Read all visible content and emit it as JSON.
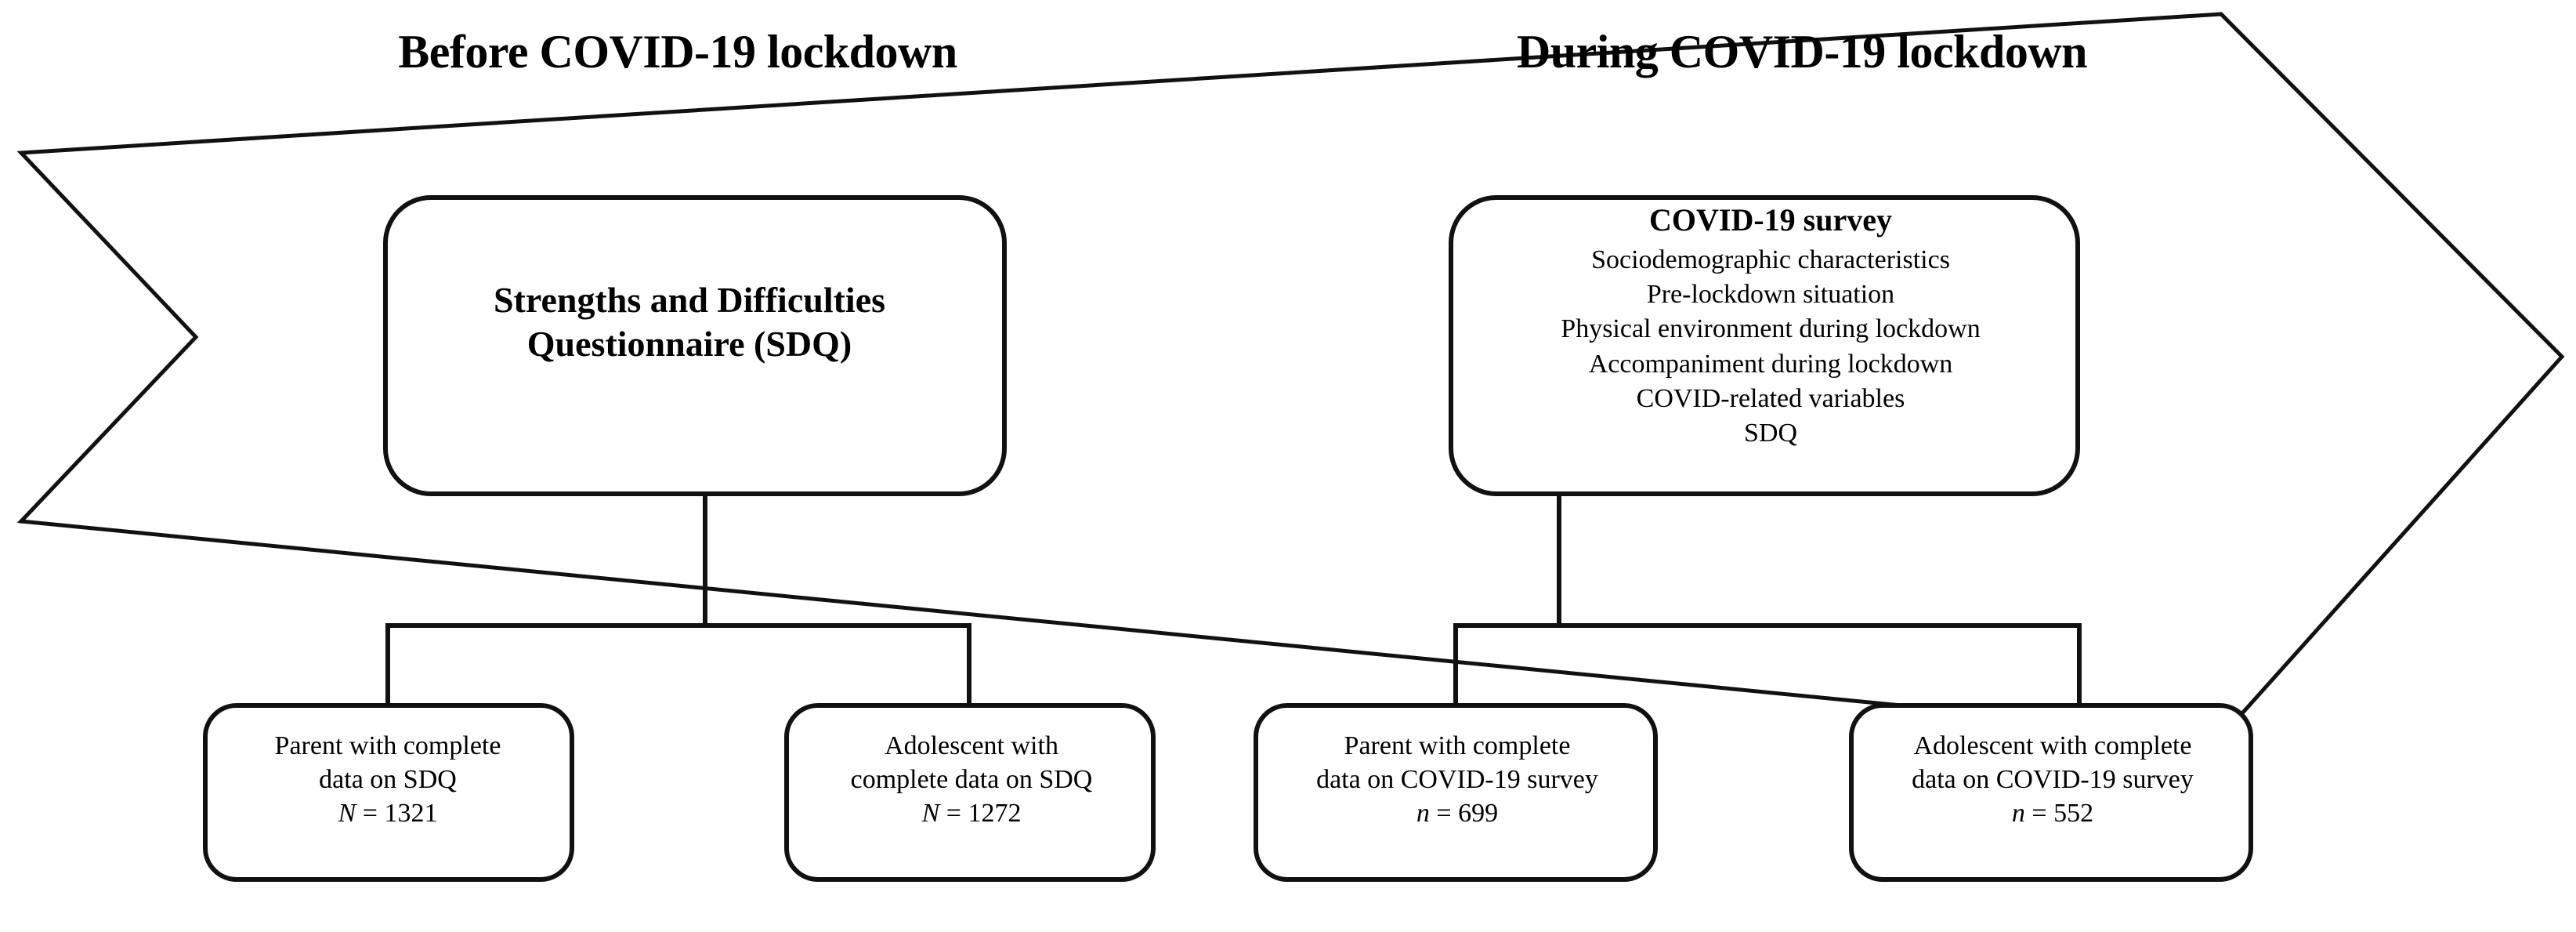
{
  "figure": {
    "type": "study-flow-diagram",
    "orientation": "left-to-right timeline arrow"
  },
  "headers": {
    "before": "Before COVID-19 lockdown",
    "during": "During COVID-19 lockdown"
  },
  "phase_boxes": {
    "sdq": {
      "line1": "Strengths and Difficulties",
      "line2": "Questionnaire (SDQ)"
    },
    "survey": {
      "title": "COVID-19 survey",
      "items": [
        "Sociodemographic characteristics",
        "Pre-lockdown situation",
        "Physical environment during lockdown",
        "Accompaniment during lockdown",
        "COVID-related variables",
        "SDQ"
      ]
    }
  },
  "outcome_boxes": [
    {
      "line1": "Parent with complete",
      "line2": "data on SDQ",
      "symbol": "N",
      "equals": " = ",
      "value": "1321"
    },
    {
      "line1": "Adolescent with",
      "line2": "complete data on SDQ",
      "symbol": "N",
      "equals": " = ",
      "value": "1272"
    },
    {
      "line1": "Parent with complete",
      "line2": "data on COVID-19 survey",
      "symbol": "n",
      "equals": " = ",
      "value": "699"
    },
    {
      "line1": "Adolescent with complete",
      "line2": "data on COVID-19 survey",
      "symbol": "n",
      "equals": " = ",
      "value": "552"
    }
  ],
  "colors": {
    "stroke": "#111111",
    "background": "#ffffff",
    "text": "#000000"
  }
}
